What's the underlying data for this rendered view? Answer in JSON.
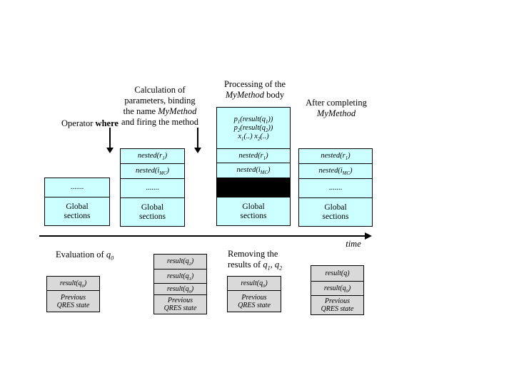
{
  "colors": {
    "background": "#FFFFFF",
    "stack_fill_top": "#CCFFFF",
    "stack_fill_bottom": "#D9D9D9",
    "border": "#000000",
    "cleared_section_fill": "#000000"
  },
  "top_labels": {
    "operator": {
      "prefix": "Operator ",
      "keyword": "where"
    },
    "calculation": {
      "line1": "Calculation of",
      "line2": "parameters, binding",
      "line3_prefix": "the name ",
      "line3_method": "MyMethod",
      "line4": "and firing the method"
    },
    "processing": {
      "line1": "Processing of the",
      "line2_method": "MyMethod",
      "line2_suffix": " body"
    },
    "after": {
      "line1": "After completing",
      "line2_method": "MyMethod"
    }
  },
  "timeline": {
    "label": "time"
  },
  "bottom_labels": {
    "evaluation": {
      "prefix": "Evaluation of ",
      "query": "q_{0}"
    },
    "removing": {
      "line1": "Removing the",
      "line2_prefix": "results of ",
      "line2_queries": "q_{1}, q_{2}"
    }
  },
  "stacks": {
    "operator": {
      "dots": ".......",
      "global": "Global\nsections"
    },
    "calculation": {
      "nested_r": "nested(r_{1})",
      "nested_i": "nested(i_{MC})",
      "dots": ".......",
      "global": "Global\nsections"
    },
    "processing": {
      "params_line1": "p_{1}(result(q_{1}))",
      "params_line2": "p_{2}(result(q_{2}))",
      "params_line3": "x_{1}(..) x_{2}(..)",
      "nested_r": "nested(r_{1})",
      "nested_i": "nested(i_{MC})",
      "global": "Global\nsections"
    },
    "after": {
      "nested_r": "nested(r_{1})",
      "nested_i": "nested(i_{MC})",
      "dots": ".......",
      "global": "Global\nsections"
    }
  },
  "qres_states": {
    "evaluation": {
      "result_q0": "result(q_{0})",
      "previous": "Previous\nQRES state"
    },
    "during_method": {
      "result_q2": "result(q_{2})",
      "result_q1": "result(q_{1})",
      "result_q0": "result(q_{0})",
      "previous": "Previous\nQRES state"
    },
    "removing": {
      "result_q0": "result(q_{0})",
      "previous": "Previous\nQRES state"
    },
    "after": {
      "result_q": "result(q)",
      "result_q0": "result(q_{0})",
      "previous": "Previous\nQRES state"
    }
  }
}
